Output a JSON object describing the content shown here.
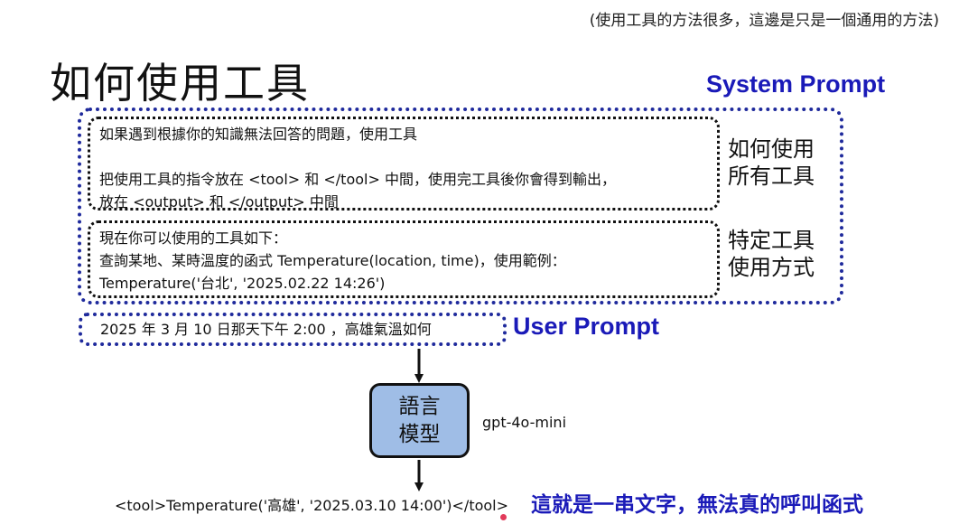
{
  "top_note": "(使用工具的方法很多，這邊是只是一個通用的方法)",
  "title": "如何使用工具",
  "system_prompt_label": "System Prompt",
  "user_prompt_label": "User Prompt",
  "general_box": {
    "line1": "如果遇到根據你的知識無法回答的問題，使用工具",
    "line2": "把使用工具的指令放在 <tool> 和 </tool> 中間，使用完工具後你會得到輸出，",
    "line3": "放在 <output> 和 </output> 中間",
    "side_line1": "如何使用",
    "side_line2": "所有工具"
  },
  "specific_box": {
    "line1": "現在你可以使用的工具如下：",
    "line2": "查詢某地、某時溫度的函式 Temperature(location, time)，使用範例：",
    "line3": "Temperature('台北', '2025.02.22 14:26')",
    "side_line1": "特定工具",
    "side_line2": "使用方式"
  },
  "user_prompt_text": "2025 年 3 月 10 日那天下午 2:00 ，高雄氣溫如何",
  "model": {
    "line1": "語言",
    "line2": "模型",
    "name": "gpt-4o-mini"
  },
  "output_text": "<tool>Temperature('高雄', '2025.03.10 14:00')</tool>",
  "output_note": "這就是一串文字，無法真的呼叫函式"
}
